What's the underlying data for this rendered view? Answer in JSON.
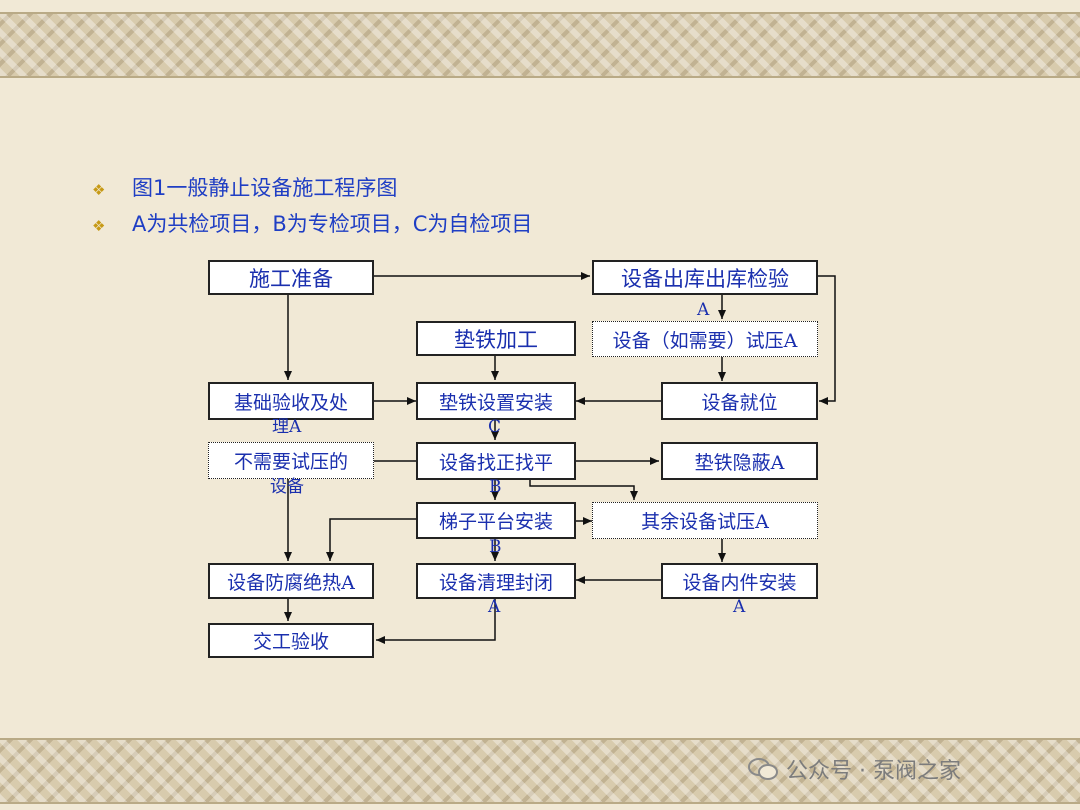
{
  "bullets": [
    "图1一般静止设备施工程序图",
    "A为共检项目，B为专检项目，C为自检项目"
  ],
  "nodes": {
    "prep": "施工准备",
    "outbound": "设备出库出库检验",
    "shim_proc": "垫铁加工",
    "press_test": "设备（如需要）试压A",
    "foundation": "基础验收及处",
    "shim_install": "垫铁设置安装",
    "in_place": "设备就位",
    "no_press": "不需要试压的",
    "align": "设备找正找平",
    "shim_hide": "垫铁隐蔽A",
    "ladder": "梯子平台安装",
    "other_press": "其余设备试压A",
    "anticorr": "设备防腐绝热A",
    "clean": "设备清理封闭",
    "internals": "设备内件安装",
    "handover": "交工验收"
  },
  "notes": {
    "outbound_a": "A",
    "foundation_cont": "理A",
    "shim_install_c": "C",
    "no_press_cont": "设备",
    "align_b": "B",
    "ladder_b": "B",
    "clean_a": "A",
    "internals_a": "A"
  },
  "watermark": "公众号 · 泵阀之家"
}
